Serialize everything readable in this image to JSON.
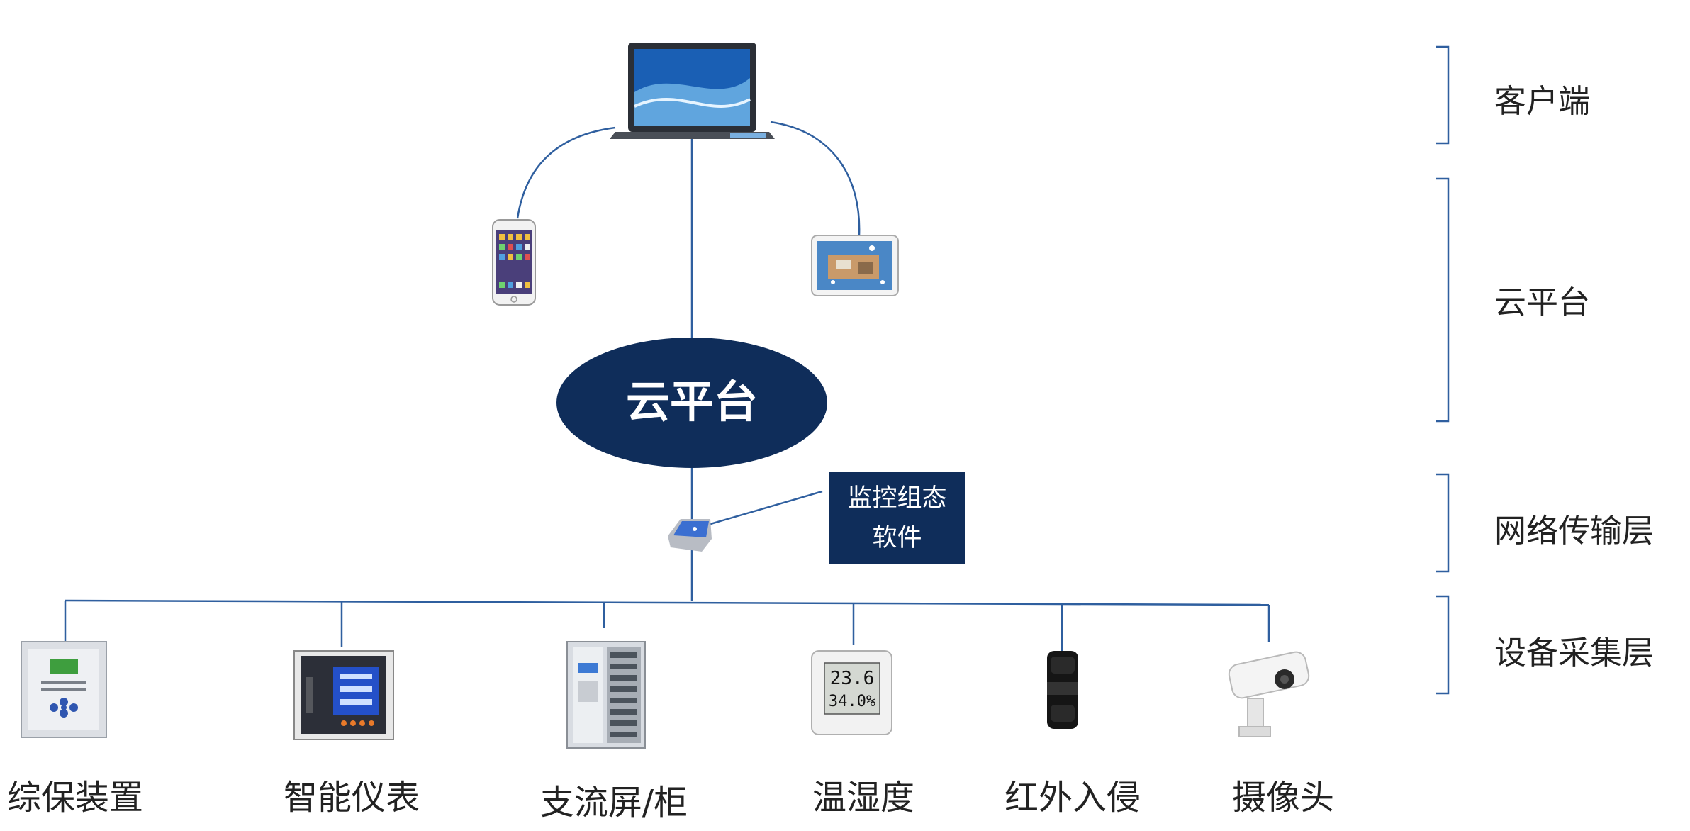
{
  "cloud": {
    "label": "云平台"
  },
  "software": {
    "line1": "监控组态",
    "line2": "软件"
  },
  "layers": [
    "客户端",
    "云平台",
    "网络传输层",
    "设备采集层"
  ],
  "devices": [
    "综保装置",
    "智能仪表",
    "支流屏/柜",
    "温湿度",
    "红外入侵",
    "摄像头"
  ],
  "thermo": {
    "reading1": "23.6",
    "reading2": "34.0%"
  },
  "colors": {
    "navy": "#0f2d5a",
    "line": "#2f5f9f"
  }
}
